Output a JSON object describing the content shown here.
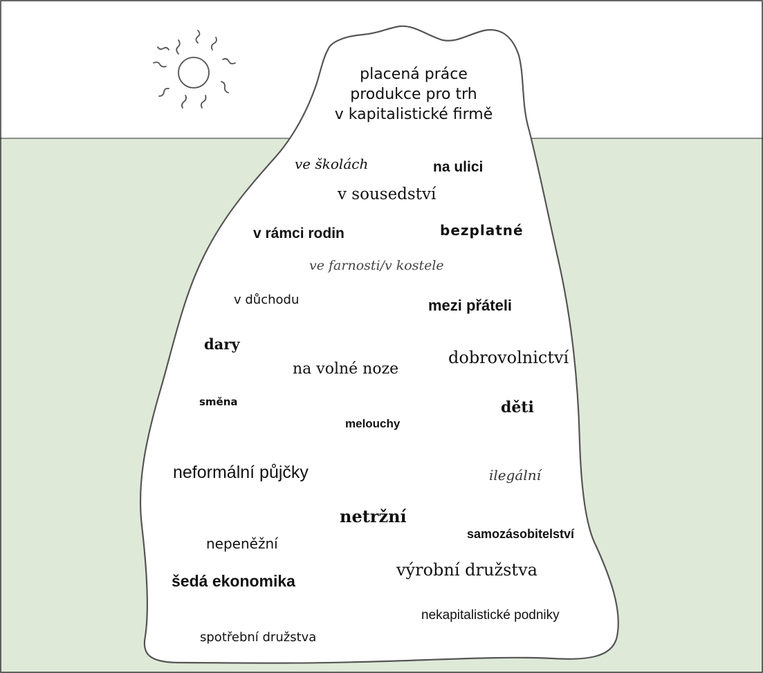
{
  "colors": {
    "sky": "#ffffff",
    "water": "#dfe9d8",
    "waterline": "#6b6b6b",
    "outline": "#555555",
    "text": "#111111"
  },
  "icons": [
    "sun-icon"
  ],
  "above_water": {
    "line1": "placená práce",
    "line2": "produkce pro trh",
    "line3": "v kapitalistické firmě"
  },
  "below_water": {
    "ve_skolach": "ve školách",
    "na_ulici": "na ulici",
    "v_sousedstvi": "v sousedství",
    "v_ramci_rodin": "v rámci rodin",
    "bezplatne": "bezplatné",
    "ve_farnosti": "ve farnosti/v kostele",
    "v_duchodu": "v důchodu",
    "mezi_prateli": "mezi přáteli",
    "dary": "dary",
    "na_volne_noze": "na volné noze",
    "dobrovolnictvi": "dobrovolnictví",
    "smena": "směna",
    "melouchy": "melouchy",
    "deti": "děti",
    "neformalni_pujcky": "neformální půjčky",
    "ilegalni": "ilegální",
    "netrzni": "netržní",
    "samozasobitelstvi": "samozásobitelství",
    "nepenezni": "nepeněžní",
    "vyrobni_druzstva": "výrobní družstva",
    "seda_ekonomika": "šedá ekonomika",
    "nekapitalisticke_podniky": "nekapitalistické podniky",
    "spotrebni_druzstva": "spotřební družstva"
  }
}
